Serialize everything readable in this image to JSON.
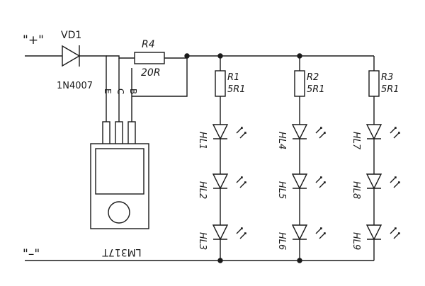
{
  "terminals": {
    "plus": "\"+\"",
    "minus": "\"–\""
  },
  "diode": {
    "ref": "VD1",
    "part": "1N4007"
  },
  "resistor_r4": {
    "ref": "R4",
    "value": "20R"
  },
  "regulator": {
    "part": "LM317T",
    "pins": {
      "e": "E",
      "c": "C",
      "b": "B"
    }
  },
  "resistors": [
    {
      "ref": "R1",
      "value": "5R1"
    },
    {
      "ref": "R2",
      "value": "5R1"
    },
    {
      "ref": "R3",
      "value": "5R1"
    }
  ],
  "leds": [
    [
      "HL1",
      "HL2",
      "HL3"
    ],
    [
      "HL4",
      "HL5",
      "HL6"
    ],
    [
      "HL7",
      "HL8",
      "HL9"
    ]
  ]
}
